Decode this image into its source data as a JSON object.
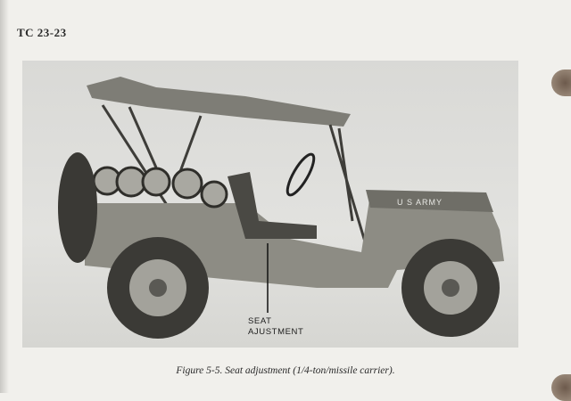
{
  "header": {
    "doc_number": "TC 23-23"
  },
  "figure": {
    "callout_line1": "SEAT",
    "callout_line2": "AJUSTMENT",
    "hood_marking": "U S ARMY",
    "caption": "Figure 5-5.  Seat adjustment (1/4-ton/missile carrier)."
  }
}
